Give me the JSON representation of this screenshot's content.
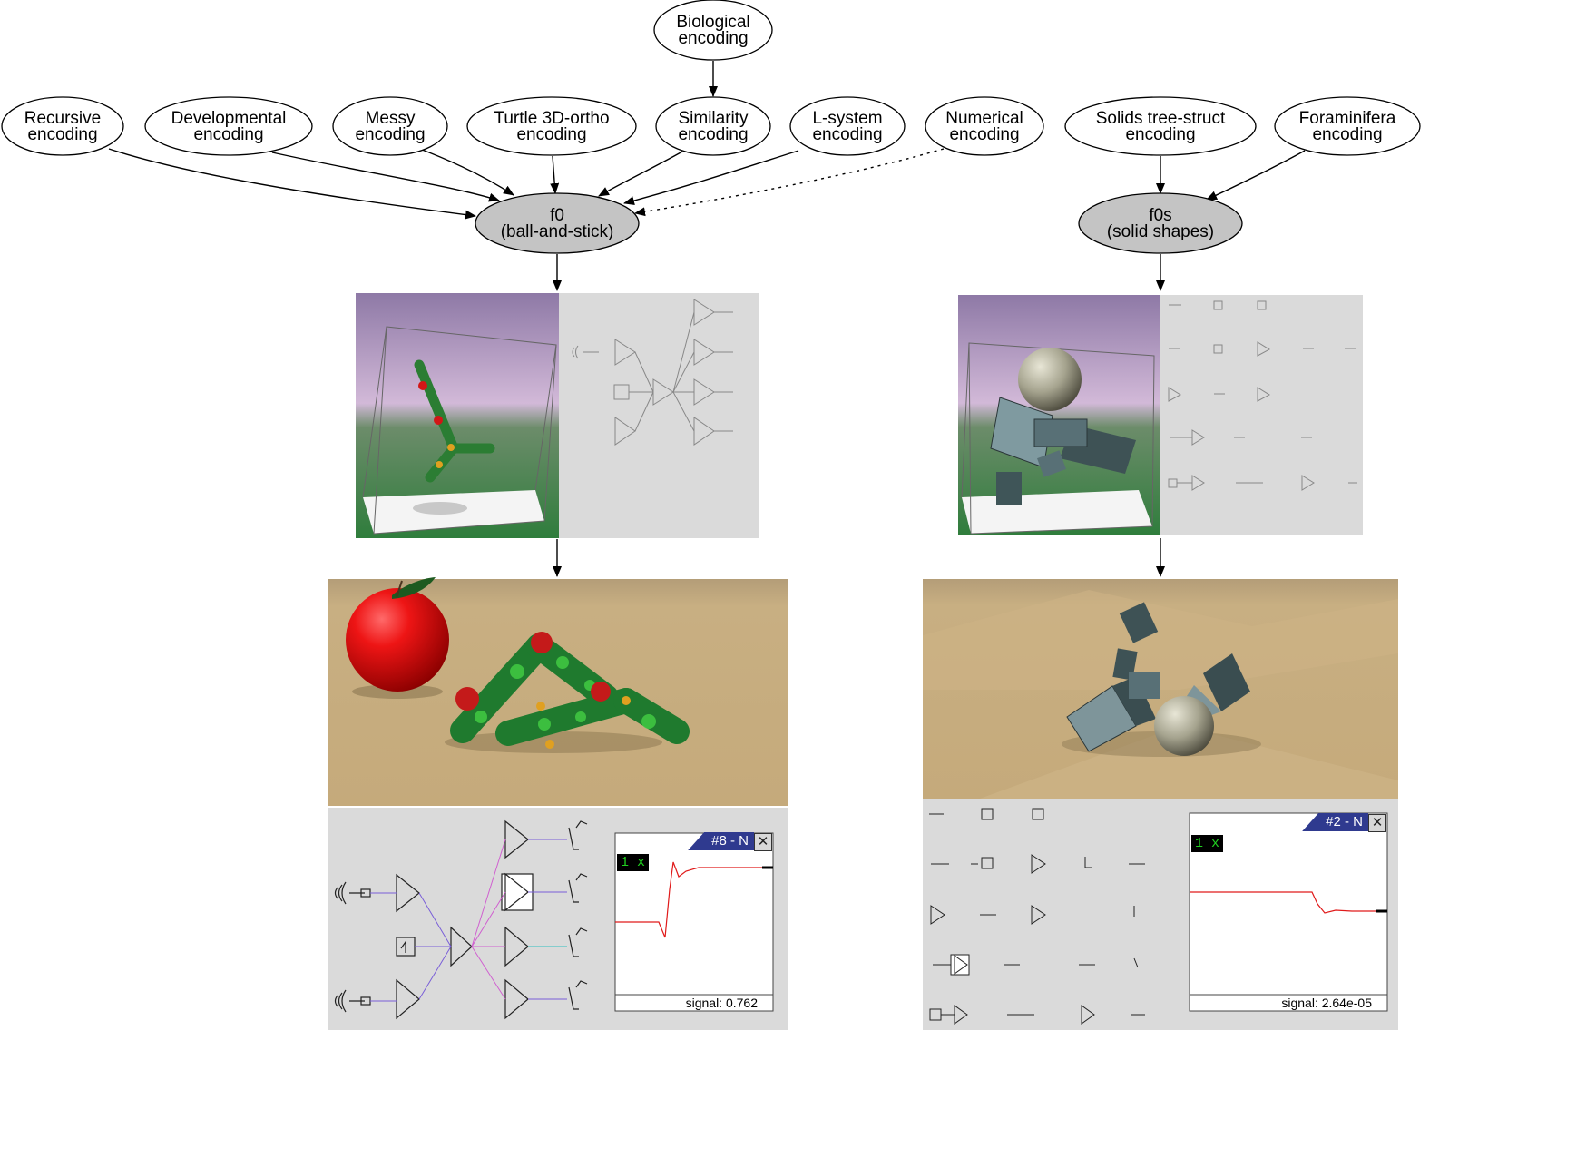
{
  "encodings_left": [
    {
      "line1": "Recursive",
      "line2": "encoding"
    },
    {
      "line1": "Developmental",
      "line2": "encoding"
    },
    {
      "line1": "Messy",
      "line2": "encoding"
    },
    {
      "line1": "Turtle 3D-ortho",
      "line2": "encoding"
    },
    {
      "line1": "Similarity",
      "line2": "encoding"
    },
    {
      "line1": "L-system",
      "line2": "encoding"
    },
    {
      "line1": "Numerical",
      "line2": "encoding"
    }
  ],
  "biological": {
    "line1": "Biological",
    "line2": "encoding"
  },
  "encodings_right": [
    {
      "line1": "Solids tree-struct",
      "line2": "encoding"
    },
    {
      "line1": "Foraminifera",
      "line2": "encoding"
    }
  ],
  "f0": {
    "line1": "f0",
    "line2": "(ball-and-stick)"
  },
  "f0s": {
    "line1": "f0s",
    "line2": "(solid shapes)"
  },
  "left_oscilloscope": {
    "title": "#8 - N",
    "gain": "1 x",
    "signal": "signal: 0.762"
  },
  "right_oscilloscope": {
    "title": "#2 - N",
    "gain": "1 x",
    "signal": "signal: 2.64e-05"
  },
  "edges": {
    "numerical_to_f0": "dotted"
  },
  "colors": {
    "target_node_fill": "#c4c4c4",
    "panel_bg": "#dadada",
    "sky": "#c5a8cf",
    "ground": "#3f8a48",
    "floor_sand": "#c7ad7e",
    "apple_red": "#e01010",
    "signal_red": "#e01a1a"
  }
}
